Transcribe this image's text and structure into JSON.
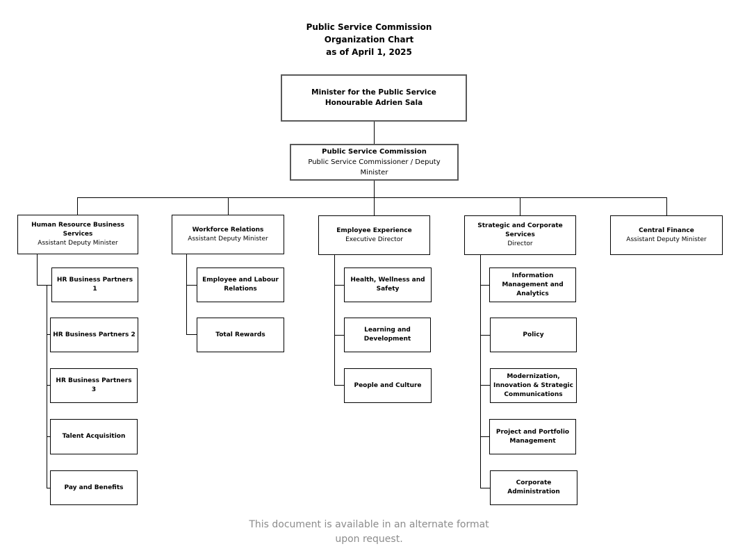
{
  "header": {
    "line1": "Public Service Commission",
    "line2": "Organization Chart",
    "line3": "as of April 1, 2025"
  },
  "minister": {
    "title": "Minister for the Public Service",
    "name": "Honourable Adrien Sala"
  },
  "commission": {
    "title": "Public Service Commission",
    "subtitle": "Public Service Commissioner / Deputy Minister"
  },
  "divisions": [
    {
      "title": "Human Resource Business Services",
      "role": "Assistant Deputy Minister",
      "units": [
        "HR Business Partners 1",
        "HR Business Partners 2",
        "HR Business Partners 3",
        "Talent Acquisition",
        "Pay and Benefits"
      ]
    },
    {
      "title": "Workforce Relations",
      "role": "Assistant Deputy Minister",
      "units": [
        "Employee and Labour Relations",
        "Total Rewards"
      ]
    },
    {
      "title": "Employee Experience",
      "role": "Executive Director",
      "units": [
        "Health, Wellness and Safety",
        "Learning and Development",
        "People and Culture"
      ]
    },
    {
      "title": "Strategic and Corporate Services",
      "role": "Director",
      "units": [
        "Information Management and Analytics",
        "Policy",
        "Modernization, Innovation & Strategic Communications",
        "Project and Portfolio Management",
        "Corporate Administration"
      ]
    },
    {
      "title": "Central Finance",
      "role": "Assistant Deputy Minister",
      "units": []
    }
  ],
  "footer": {
    "line1": "This document is available in an alternate format",
    "line2": "upon request."
  },
  "colors": {
    "box_border": "#000000",
    "top_box_border": "#595959",
    "footer_text": "#8c8c8c"
  }
}
